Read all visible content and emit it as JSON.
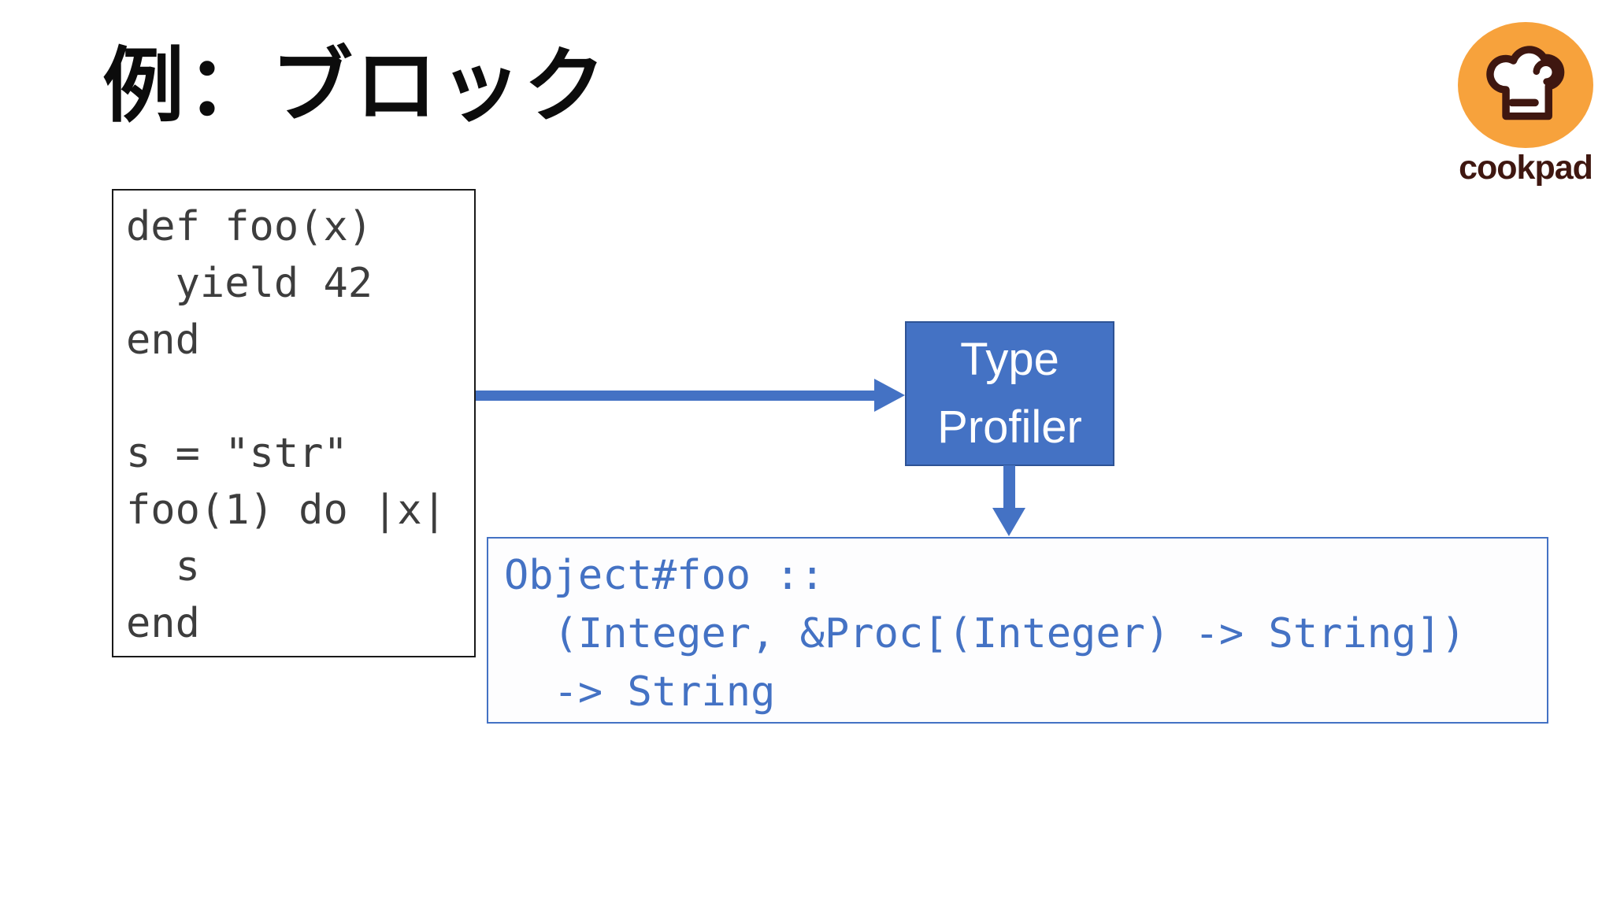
{
  "slide": {
    "title": "例：ブロック"
  },
  "logo": {
    "brand": "cookpad",
    "icon": "chef-hat-icon",
    "circle_color": "#F7A23C",
    "hat_outline_color": "#3F1710",
    "brand_color": "#3F1710"
  },
  "code_box": {
    "lines": [
      "def foo(x)",
      "  yield 42",
      "end",
      "",
      "s = \"str\"",
      "foo(1) do |x|",
      "  s",
      "end"
    ],
    "text_color": "#3d3d3d",
    "border_color": "#1a1a1a"
  },
  "profiler_box": {
    "line1": "Type",
    "line2": "Profiler",
    "fill_color": "#4472C4",
    "border_color": "#2E5395",
    "text_color": "#FFFFFF"
  },
  "result_box": {
    "lines": [
      "Object#foo ::",
      "  (Integer, &Proc[(Integer) -> String])",
      "  -> String"
    ],
    "text_color": "#4472C4",
    "border_color": "#4472C4"
  },
  "arrows": {
    "color": "#4472C4"
  }
}
